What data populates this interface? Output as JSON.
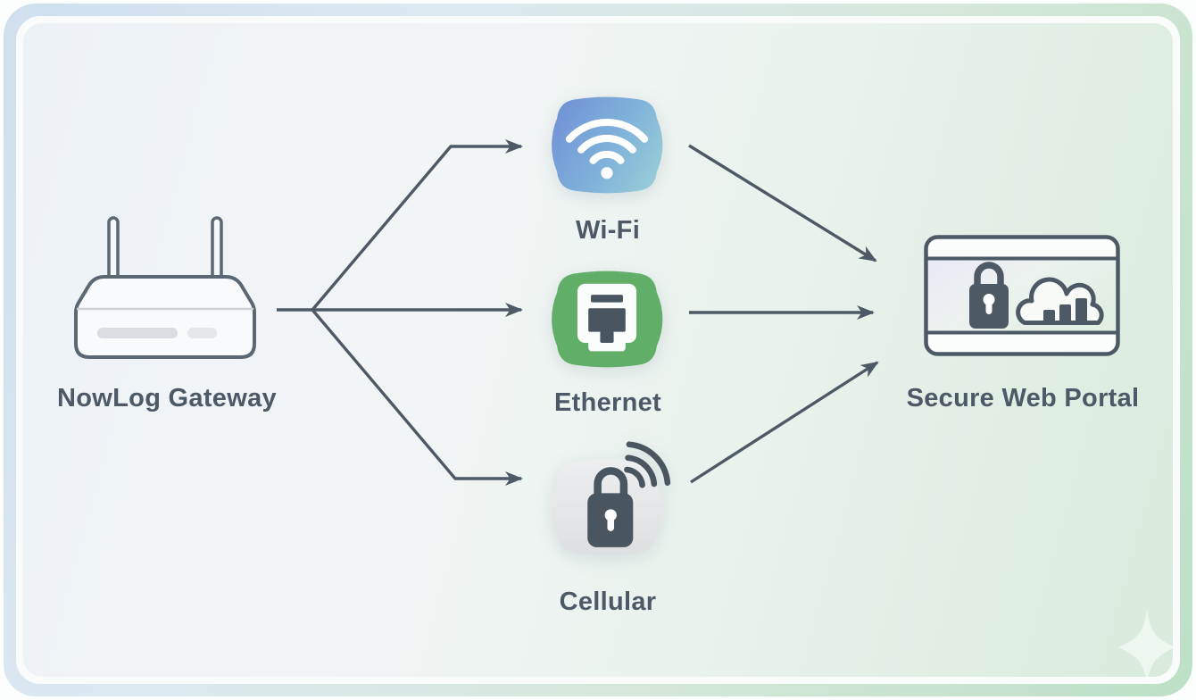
{
  "figure": {
    "type": "network-connectivity-diagram"
  },
  "gateway": {
    "label": "NowLog Gateway",
    "icon": "router-icon"
  },
  "channels": [
    {
      "id": "wifi",
      "label": "Wi-Fi",
      "icon": "wifi-icon",
      "badge_gradient": [
        "#7294d6",
        "#97ccd7"
      ]
    },
    {
      "id": "ethernet",
      "label": "Ethernet",
      "icon": "ethernet-port-icon",
      "badge_color": "#60ae68"
    },
    {
      "id": "cellular",
      "label": "Cellular",
      "icon": "lock-signal-icon",
      "badge_color": "#e7e9ea"
    }
  ],
  "portal": {
    "label": "Secure Web Portal",
    "icon": "secure-browser-cloud-icon"
  },
  "edges": [
    {
      "from": "gateway",
      "to": "wifi"
    },
    {
      "from": "gateway",
      "to": "ethernet"
    },
    {
      "from": "gateway",
      "to": "cellular"
    },
    {
      "from": "wifi",
      "to": "portal"
    },
    {
      "from": "ethernet",
      "to": "portal"
    },
    {
      "from": "cellular",
      "to": "portal"
    }
  ],
  "colors": {
    "arrow": "#4d5965",
    "text": "#4d5966",
    "icon_slate": "#49555f",
    "frame_blue": "#cfdfee",
    "frame_green": "#bce0c6",
    "panel_left": "#edf2f7",
    "panel_right": "#d9ebdd"
  },
  "watermark": {
    "icon": "sparkle-icon"
  }
}
